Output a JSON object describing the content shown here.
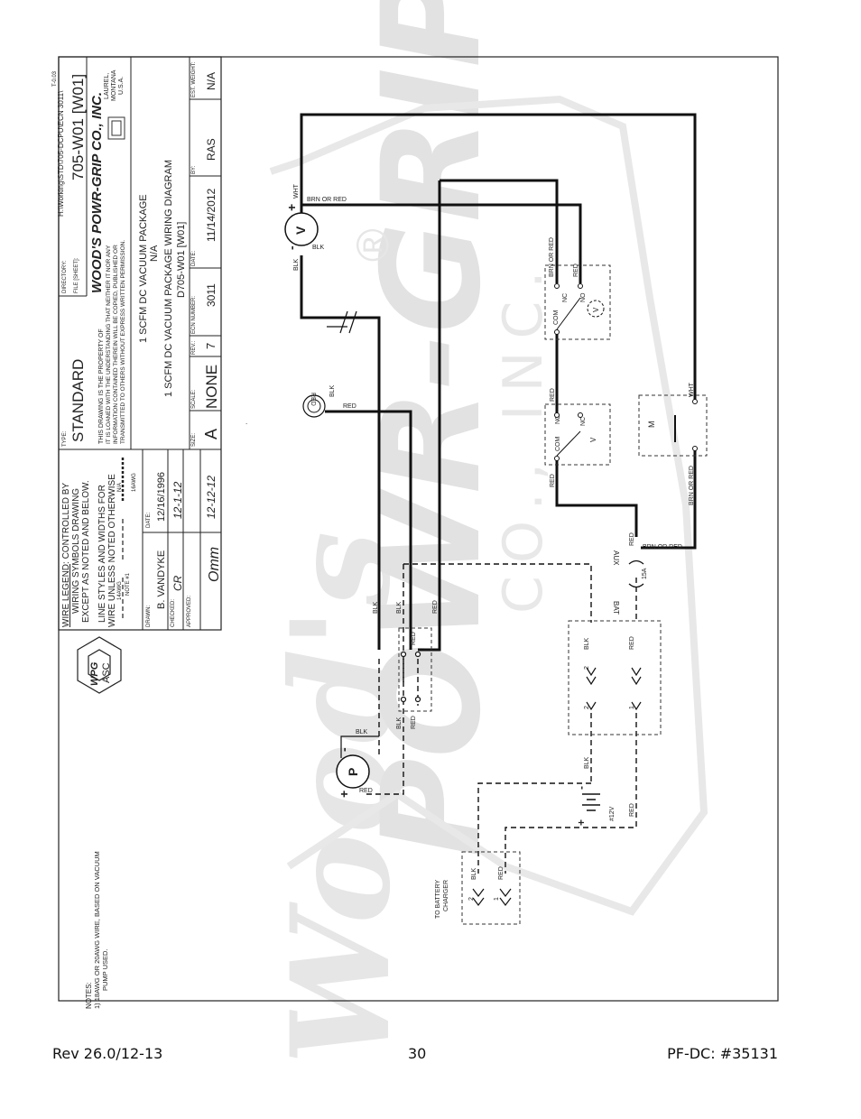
{
  "header_ref": "H:\\Working\\STD\\705-DCPU\\ECN 3011\\",
  "stray_mark": "T-0.03",
  "title_block": {
    "company_name": "WOOD'S POWR-GRIP CO., INC.",
    "company_city": "LAUREL,",
    "company_state": "MONTANA",
    "company_country": "U.S.A.",
    "drawing_number_big": "705-W01 [W01]",
    "type_label": "TYPE:",
    "type_value": "STANDARD",
    "directory_label": "DIRECTORY:",
    "file_label": "FILE [SHEET]:",
    "property_notice": [
      "THIS DRAWING IS THE PROPERTY OF",
      "IT IS LOANED WITH THE UNDERSTANDING THAT NEITHER IT NOR ANY",
      "INFORMATION CONTAINED THEREIN WILL BE COPIED, PUBLISHED OR",
      "TRANSMITTED TO OTHERS WITHOUT EXPRESS WRITTEN PERMISSION."
    ],
    "title_line1": "1 SCFM DC VACUUM PACKAGE",
    "title_line2": "N/A",
    "title_line3": "1 SCFM DC VACUUM PACKAGE WIRING DIAGRAM",
    "title_line4": "D705-W01 [W01]",
    "size_label": "SIZE:",
    "size_value": "A",
    "scale_label": "SCALE:",
    "scale_value": "NONE",
    "rev_label": "REV.:",
    "rev_value": "7",
    "ecn_label": "ECN NUMBER:",
    "ecn_value": "3011",
    "date_label": "DATE:",
    "date_value": "11/14/2012",
    "by_label": "BY:",
    "by_value": "RAS",
    "weight_label": "EST. WEIGHT:",
    "weight_value": "N/A"
  },
  "legend": {
    "title": "WIRE LEGEND",
    "line1_rest": ": CONTROLLED BY",
    "line2": "WIRING SYMBOLS DRAWING",
    "line3": "EXCEPT AS NOTED AND BELOW.",
    "line4": "LINE STYLES AND WIDTHS FOR",
    "line5": "WIRE UNLESS NOTED OTHERWISE",
    "awg14": "14AWG",
    "note1": "NOTE #1",
    "na": "N/A",
    "awg16": "16AWG"
  },
  "approvals": {
    "drawn_label": "DRAWN:",
    "drawn_value": "B. VANDYKE",
    "checked_label": "CHECKED:",
    "checked_value": "CR",
    "approved_label": "APPROVED:",
    "approved_value": "Omm",
    "date_label": "DATE:",
    "drawn_date": "12/16/1996",
    "checked_date": "12-1-12",
    "approved_date": "12-12-12"
  },
  "logo": {
    "line1": "WPG",
    "line2": "ASC"
  },
  "notes": {
    "title": "NOTES:",
    "line1": "1)  18AWG OR 20AWG WIRE, BASED ON VACUUM",
    "line2": "PUMP USED."
  },
  "labels": {
    "wht": "WHT",
    "brn_or_red": "BRN OR RED",
    "blk": "BLK",
    "red": "RED",
    "v": "V",
    "p": "P",
    "m": "M",
    "com": "COM",
    "no": "NO",
    "nc": "NC",
    "aux": "AUX",
    "bat": "BAT",
    "fuse": "15A",
    "battery_volt": "#12V",
    "plus": "+",
    "minus": "-",
    "pin1": "1",
    "pin2": "2",
    "battery_charger_1": "TO BATTERY",
    "battery_charger_2": "CHARGER"
  },
  "watermark": {
    "line1": "Wood's",
    "line2": "POWR-GRIP",
    "line3": "CO., INC.",
    "reg": "®"
  },
  "footer": {
    "left": "Rev 26.0/12-13",
    "center": "30",
    "right": "PF-DC: #35131"
  },
  "colors": {
    "wire": "#111111",
    "watermark": "#e4e4e4",
    "text": "#222222"
  }
}
